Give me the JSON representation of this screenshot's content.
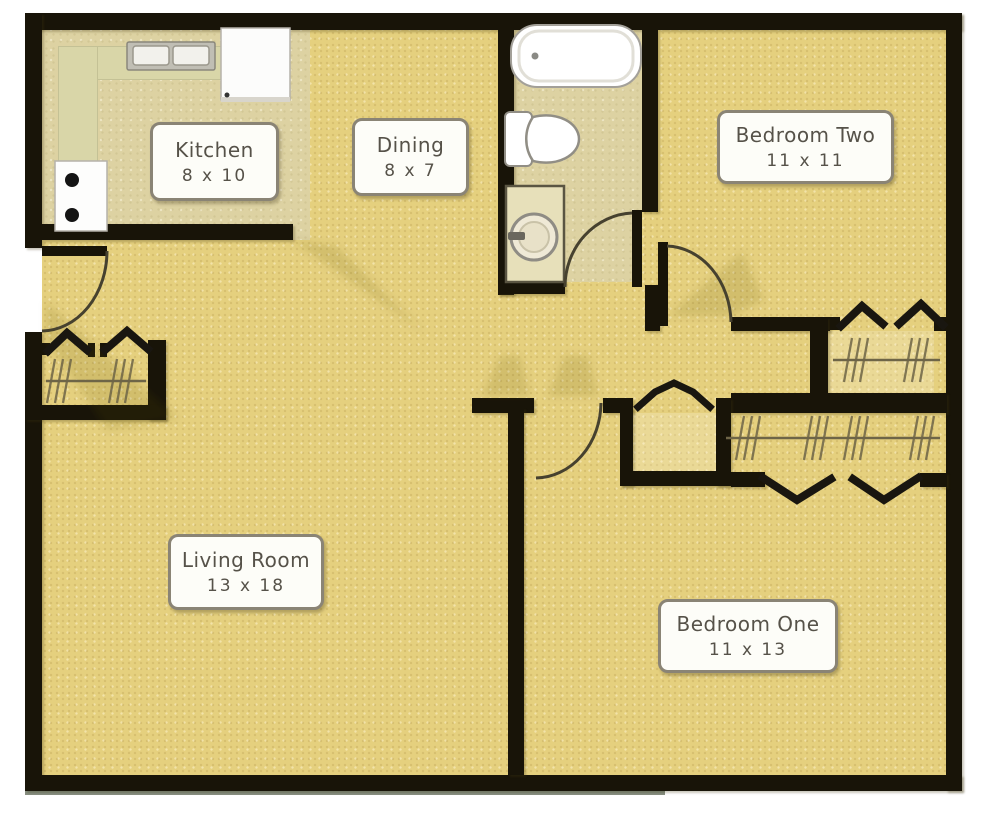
{
  "rooms": [
    {
      "id": "kitchen",
      "name": "Kitchen",
      "dimensions": "8 x 10"
    },
    {
      "id": "dining",
      "name": "Dining",
      "dimensions": "8 x 7"
    },
    {
      "id": "bedroom-two",
      "name": "Bedroom Two",
      "dimensions": "11 x 11"
    },
    {
      "id": "living-room",
      "name": "Living Room",
      "dimensions": "13 x 18"
    },
    {
      "id": "bedroom-one",
      "name": "Bedroom One",
      "dimensions": "11 x 13"
    }
  ],
  "fixtures": [
    "bathtub-icon",
    "toilet-icon",
    "vanity-sink-icon",
    "kitchen-sink-icon",
    "refrigerator-icon",
    "stove-icon",
    "door-swing-icon",
    "bifold-door-icon",
    "closet-rod-icon",
    "clothes-hangers-icon"
  ],
  "colors": {
    "floor": "#e5d07e",
    "floor_light": "#ddd2a2",
    "wall": "#181408",
    "counter": "#d9d6a8",
    "label_bg": "#fdfdf8",
    "label_border": "#8a8475",
    "label_text": "#565249",
    "arc": "#46412f",
    "rod": "#6e6547",
    "fixture_outline": "#918e85"
  }
}
